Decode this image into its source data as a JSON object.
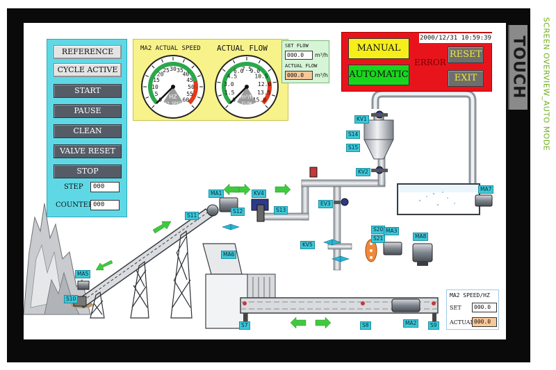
{
  "side_caption": "SCREEN OVERVIEW_AUTO MODE",
  "touch_label": "TOUCH",
  "control_panel": {
    "reference_label": "REFERENCE",
    "cycle_active_label": "CYCLE ACTIVE",
    "start_label": "START",
    "pause_label": "PAUSE",
    "clean_label": "CLEAN",
    "valve_reset_label": "VALVE RESET",
    "stop_label": "STOP",
    "step_label": "STEP",
    "step_value": "000",
    "counter_label": "COUNTER",
    "counter_value": "000"
  },
  "gauges": {
    "speed": {
      "title": "MA2 ACTUAL SPEED",
      "unit": "HZ",
      "caption": "MA2 SPEED",
      "ticks": [
        "0",
        "5",
        "10",
        "15",
        "20",
        "25",
        "30",
        "35",
        "40",
        "45",
        "50",
        "55",
        "60"
      ],
      "value": 0
    },
    "flow": {
      "title": "ACTUAL FLOW",
      "unit": "m³/h",
      "caption": "FLOW",
      "ticks": [
        "0",
        "1.5",
        "3.0",
        "4.5",
        "6.0",
        "7.5",
        "9.0",
        "10.5",
        "12.0",
        "13.5",
        "15.0"
      ],
      "value": 0
    }
  },
  "flow_panel": {
    "set_label": "SET FLOW",
    "set_value": "000.0",
    "actual_label": "ACTUAL FLOW",
    "actual_value": "000.0",
    "unit": "m³/h"
  },
  "mode_panel": {
    "datetime": "2000/12/31 10:59:39",
    "manual_label": "MANUAL",
    "automatic_label": "AUTOMATIC",
    "error_label": "ERROR",
    "reset_label": "RESET",
    "exit_label": "EXIT"
  },
  "speed_panel": {
    "title": "MA2 SPEED/HZ",
    "set_label": "SET",
    "set_value": "000.0",
    "actual_label": "ACTUAL",
    "actual_value": "000.0"
  },
  "tags": {
    "kv1": "KV1",
    "kv2": "KV2",
    "kv3": "EV3",
    "kv4": "KV4",
    "kv5": "KV5",
    "s14": "S14",
    "s15": "S15",
    "s12": "S12",
    "s13": "S13",
    "s11": "S11",
    "s10": "S10",
    "s7": "S7",
    "s8": "S8",
    "s9": "S9",
    "s20": "S20",
    "s21": "S21",
    "ma1": "MA1",
    "ma2": "MA2",
    "ma3": "MA3",
    "ma5": "MA5",
    "ma6": "MA6",
    "ma7": "MA7",
    "ma8": "MA8"
  },
  "colors": {
    "panel_cyan": "#5fd8e6",
    "gauge_yellow": "#f7f38a",
    "manual_yellow": "#f5ee1a",
    "auto_green": "#19d61d",
    "mode_red": "#e8141c",
    "actual_orange": "#f7c89a",
    "arrow_green": "#3fc93f"
  }
}
